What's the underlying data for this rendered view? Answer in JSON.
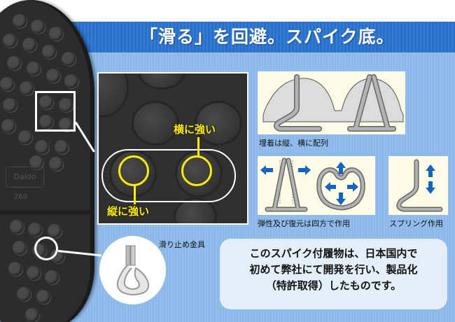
{
  "banner": {
    "title": "「滑る」を回避。スパイク底。",
    "color": "#2a74d2"
  },
  "colors": {
    "background": "#8dbbec",
    "highlight_yellow": "#ffee00",
    "diagram_bg": "#fffde6",
    "arrow_blue": "#1565c0",
    "info_box_bg": "#e4eef9"
  },
  "sole": {
    "brand": "Daido",
    "size": "260"
  },
  "photo": {
    "label_horizontal": "横に強い",
    "label_vertical": "縦に強い"
  },
  "diagrams": {
    "embedded": {
      "caption": "埋着は縦、横に配列"
    },
    "elastic": {
      "caption": "弾性及び復元は四方で作用"
    },
    "spring": {
      "caption": "スプリング作用"
    }
  },
  "metal": {
    "caption": "滑り止め金具"
  },
  "info": {
    "lines": [
      "このスパイク付履物は、日本国内で",
      "初めて弊社にて開発を行い、製品化",
      "（特許取得）したものです。"
    ]
  }
}
